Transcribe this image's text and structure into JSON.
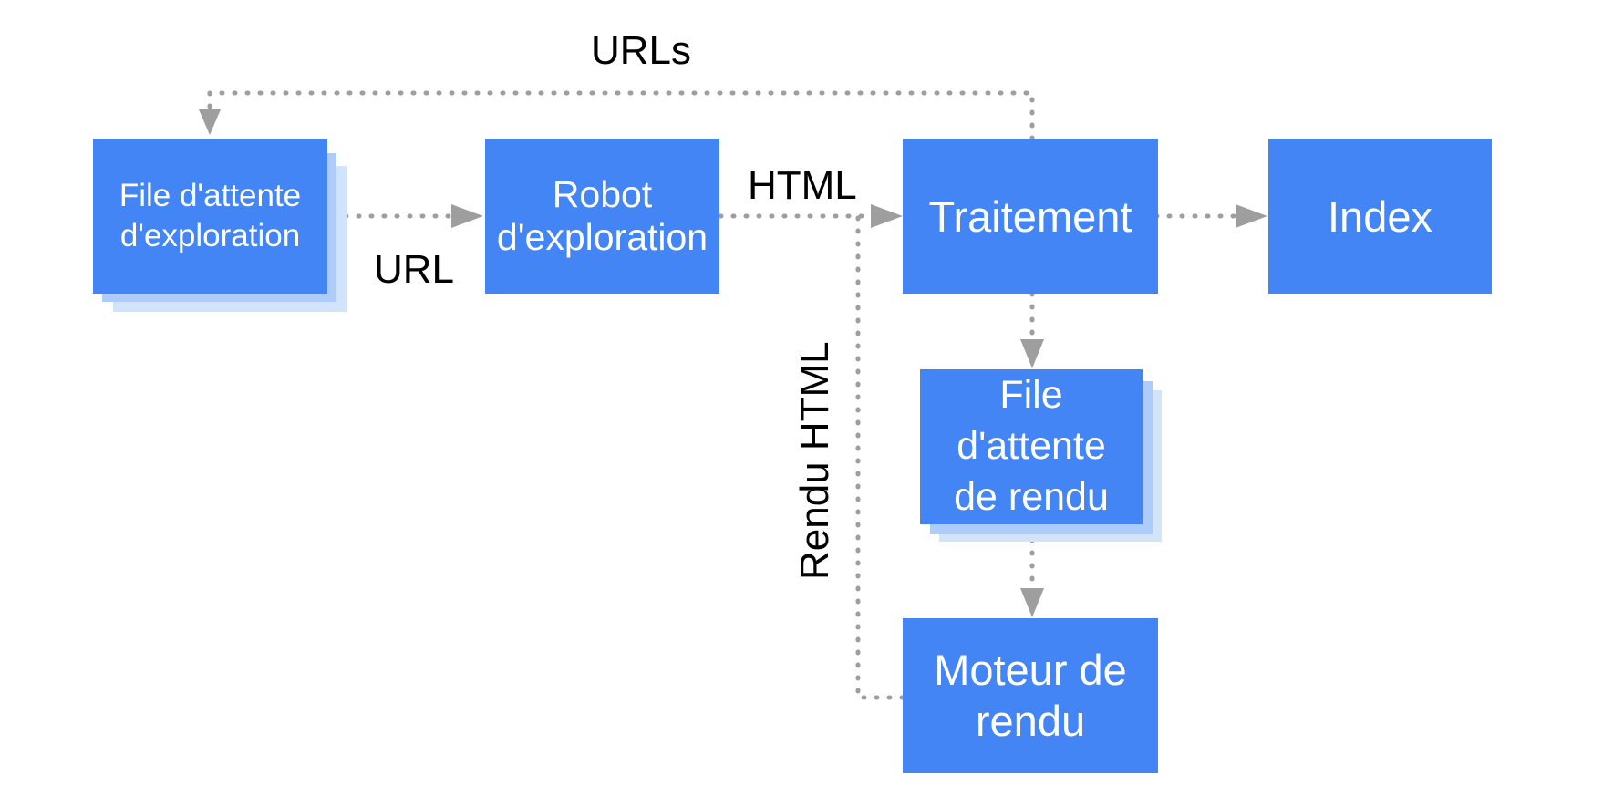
{
  "nodes": {
    "crawl_queue": "File d'attente\nd'exploration",
    "crawler": "Robot\nd'exploration",
    "processing": "Traitement",
    "index": "Index",
    "render_queue": "File\nd'attente\nde rendu",
    "renderer": "Moteur de\nrendu"
  },
  "edge_labels": {
    "urls": "URLs",
    "url": "URL",
    "html": "HTML",
    "rendered_html": "Rendu HTML"
  },
  "colors": {
    "node_fill": "#4385f4",
    "stack_mid": "#aecbfa",
    "stack_back": "#d2e3fc",
    "edge": "#9e9e9e",
    "label": "#000000"
  }
}
